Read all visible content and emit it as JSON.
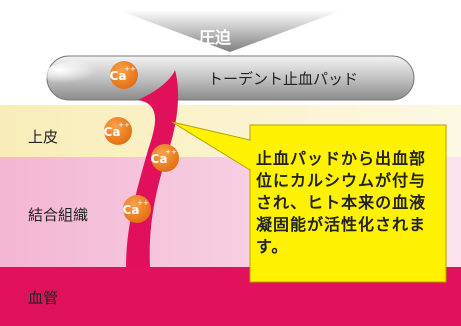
{
  "arrow_label": "圧迫",
  "pad_label": "トーデント止血パッド",
  "layers": {
    "epidermis": "上皮",
    "connective_tissue": "結合組織",
    "blood_vessel": "血管"
  },
  "ion_label": "Ca",
  "ion_charge": "++",
  "callout": "止血パッドから出血部位にカルシウムが付与され、ヒト本来の血液凝固能が活性化されます。",
  "colors": {
    "arrow": "#808080",
    "epidermis": "#faf1c4",
    "connective": "#f4c4dc",
    "vessel": "#e0105b",
    "ion": "#ee7d1c",
    "callout_fill": "#fff200"
  }
}
